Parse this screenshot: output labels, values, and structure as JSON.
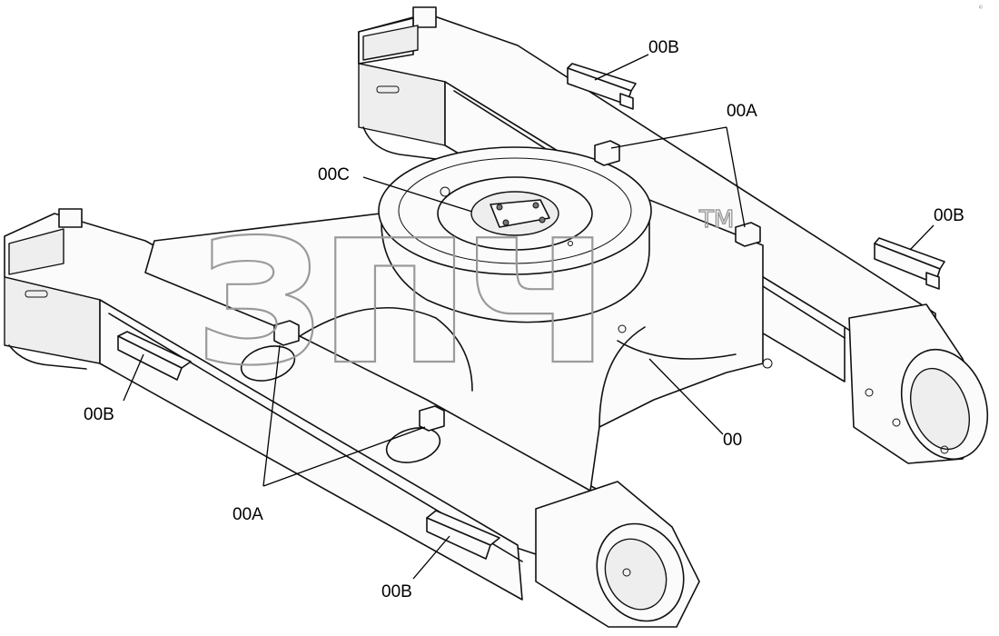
{
  "callouts": {
    "main_frame": "00",
    "lug_upper": "00A",
    "lug_lower": "00A",
    "guide_top": "00B",
    "guide_right": "00B",
    "guide_left": "00B",
    "guide_bottom": "00B",
    "center_joint": "00C"
  },
  "watermark": {
    "text": "зпч",
    "trademark": "TM"
  },
  "corner_mark": "© "
}
